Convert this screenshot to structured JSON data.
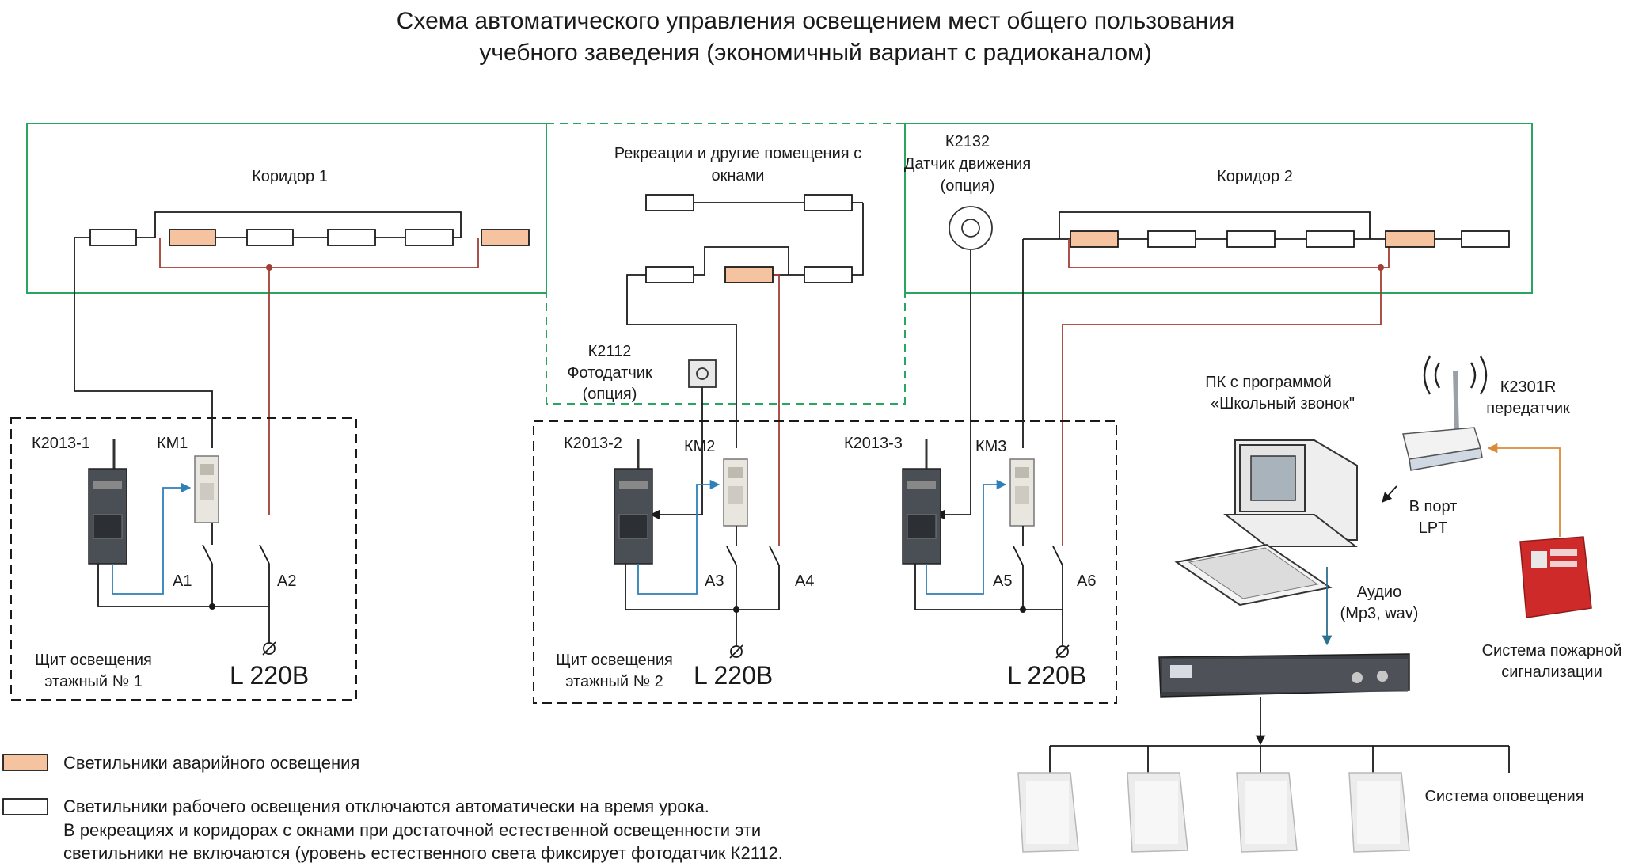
{
  "title": {
    "line1": "Схема автоматического управления освещением мест общего пользования",
    "line2": "учебного заведения (экономичный вариант с радиоканалом)"
  },
  "zones": {
    "corridor1": "Коридор 1",
    "corridor2": "Коридор 2",
    "recreation_line1": "Рекреации и другие помещения с",
    "recreation_line2": "окнами"
  },
  "motion_sensor": {
    "model": "К2132",
    "name": "Датчик движения",
    "option": "(опция)"
  },
  "photo_sensor": {
    "model": "К2112",
    "name": "Фотодатчик",
    "option": "(опция)"
  },
  "panels": [
    {
      "controller": "К2013-1",
      "contactor": "КМ1",
      "breaker_a": "А1",
      "breaker_b": "А2",
      "name_line1": "Щит освещения",
      "name_line2": "этажный № 1",
      "supply": "L 220В"
    },
    {
      "controller": "К2013-2",
      "contactor": "КМ2",
      "breaker_a": "А3",
      "breaker_b": "А4",
      "name_line1": "Щит освещения",
      "name_line2": "этажный № 2",
      "supply": "L 220В"
    },
    {
      "controller": "К2013-3",
      "contactor": "КМ3",
      "breaker_a": "А5",
      "breaker_b": "А6",
      "supply": "L 220В"
    }
  ],
  "pc": {
    "line1": "ПК с программой",
    "line2": "«Школьный звонок\""
  },
  "transmitter": {
    "model": "К2301R",
    "name": "передатчик",
    "port_line1": "В порт",
    "port_line2": "LPT"
  },
  "audio": {
    "line1": "Аудио",
    "line2": "(Mp3, wav)"
  },
  "fire_alarm": {
    "line1": "Система пожарной",
    "line2": "сигнализации"
  },
  "pa_system": "Система оповещения",
  "legend": {
    "emergency": "Светильники аварийного освещения",
    "normal_line1": "Светильники рабочего освещения отключаются автоматически на время урока.",
    "normal_line2": "В рекреациях и коридорах с окнами при достаточной естественной освещенности эти",
    "normal_line3": "светильники не включаются (уровень естественного света фиксирует фотодатчик К2112."
  },
  "colors": {
    "zone_border": "#2aa55f",
    "emergency_lamp": "#f6c3a0",
    "emergency_wire": "#a33d35",
    "control_wire": "#2f7fb8",
    "fire_alarm_wire": "#d98a3a",
    "alarm_panel": "#cf2a2a"
  }
}
